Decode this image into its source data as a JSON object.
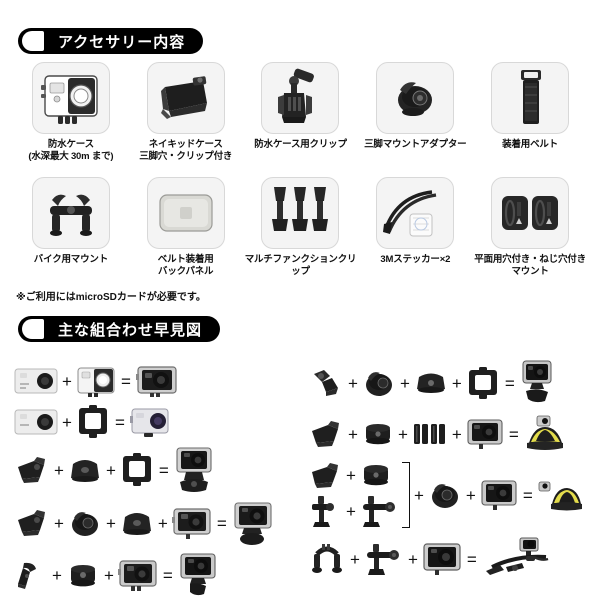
{
  "sections": {
    "accessories": {
      "title": "アクセサリー内容"
    },
    "combinations": {
      "title": "主な組合わせ早見図"
    }
  },
  "note": "※ご利用にはmicroSDカードが必要です。",
  "accessories": [
    {
      "icon": "waterproof-case-icon",
      "label": "防水ケース\n(水深最大 30m まで)"
    },
    {
      "icon": "naked-case-icon",
      "label": "ネイキッドケース\n三脚穴・クリップ付き"
    },
    {
      "icon": "waterproof-case-clip-icon",
      "label": "防水ケース用クリップ"
    },
    {
      "icon": "tripod-mount-adapter-icon",
      "label": "三脚マウントアダプター"
    },
    {
      "icon": "wearing-belt-icon",
      "label": "装着用ベルト"
    },
    {
      "icon": "bike-mount-icon",
      "label": "バイク用マウント"
    },
    {
      "icon": "belt-back-panel-icon",
      "label": "ベルト装着用\nバックパネル"
    },
    {
      "icon": "multi-function-clip-icon",
      "label": "マルチファンクションクリップ"
    },
    {
      "icon": "3m-sticker-icon",
      "label": "3Mステッカー×2"
    },
    {
      "icon": "flat-screw-mount-icon",
      "label": "平面用穴付き・ねじ穴付きマウント"
    }
  ],
  "operators": {
    "plus": "+",
    "equals": "="
  },
  "combinations": {
    "left": [
      {
        "id": "combo-l1",
        "parts": [
          "camera-icon",
          "waterproof-case-icon"
        ],
        "result": "camera-in-waterproof-case-icon"
      },
      {
        "id": "combo-l2",
        "parts": [
          "camera-icon",
          "naked-frame-icon"
        ],
        "result": "camera-in-naked-frame-icon"
      },
      {
        "id": "combo-l3",
        "parts": [
          "clip-buckle-icon",
          "mount-base-icon",
          "naked-frame-icon"
        ],
        "result": "camera-frame-on-clip-icon"
      },
      {
        "id": "combo-l4",
        "parts": [
          "clip-buckle-icon",
          "ball-joint-icon",
          "mount-base-icon",
          "camera-in-waterproof-case-icon"
        ],
        "result": "camera-ball-assembly-icon"
      },
      {
        "id": "combo-l5",
        "parts": [
          "j-hook-clip-icon",
          "mount-base-icon",
          "camera-in-waterproof-case-icon"
        ],
        "result": "camera-on-jhook-icon"
      }
    ],
    "right": [
      {
        "id": "combo-r1",
        "parts": [
          "tripod-adapter-icon",
          "ball-joint-icon",
          "mount-base-icon",
          "naked-frame-icon"
        ],
        "result": "camera-tripod-assembly-icon"
      },
      {
        "id": "combo-r2",
        "parts": [
          "clip-buckle-icon",
          "mount-base-icon",
          "belt-strap-icon",
          "camera-in-waterproof-case-icon"
        ],
        "result": "helmet-with-camera-icon"
      },
      {
        "id": "combo-r3",
        "group": [
          [
            "clip-buckle-icon",
            "mount-base-icon"
          ],
          [
            "tripod-screw-icon",
            "tripod-arm-icon"
          ]
        ],
        "parts": [
          "ball-joint-icon",
          "camera-in-waterproof-case-icon"
        ],
        "result": "helmet-side-camera-icon"
      },
      {
        "id": "combo-r4",
        "parts": [
          "handlebar-mount-icon",
          "tripod-arm-icon",
          "camera-in-waterproof-case-icon"
        ],
        "result": "bike-handlebar-camera-icon"
      }
    ]
  },
  "colors": {
    "header_bg": "#000000",
    "header_text": "#ffffff",
    "tile_bg": "#f4f4f4",
    "tile_border": "#d8d8d8",
    "page_bg": "#ffffff",
    "text": "#111111",
    "helmet_accent": "#e8e04a"
  }
}
